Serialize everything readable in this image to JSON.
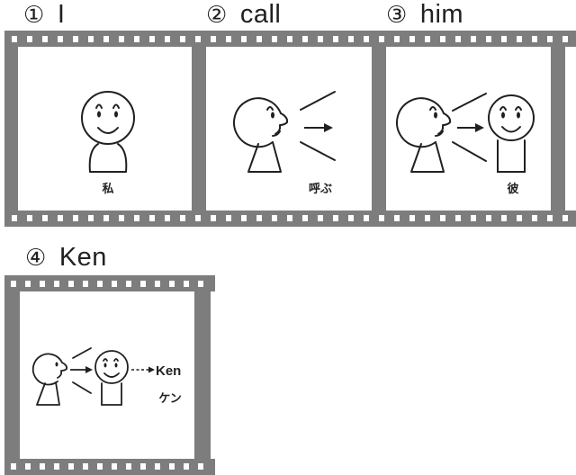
{
  "headings": [
    {
      "num": "①",
      "word": "I"
    },
    {
      "num": "②",
      "word": "call"
    },
    {
      "num": "③",
      "word": "him"
    },
    {
      "num": "④",
      "word": "Ken"
    }
  ],
  "captions": {
    "frame1": "私",
    "frame2": "呼ぶ",
    "frame3": "彼",
    "frame4_name": "Ken",
    "frame4_reading": "ケン"
  },
  "colors": {
    "film": "#7d7d7d",
    "sprocket": "#ffffff",
    "ink": "#231f20"
  }
}
